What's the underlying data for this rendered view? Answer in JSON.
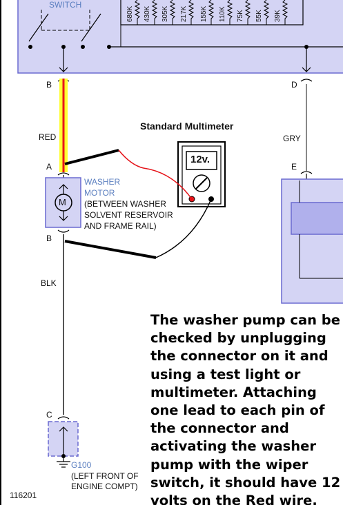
{
  "top": {
    "switch_label": "SWITCH",
    "resistors": [
      "680K",
      "430K",
      "305K",
      "217K",
      "155K",
      "110K",
      "75K",
      "55K",
      "39K"
    ]
  },
  "connectors": {
    "b_top": "B",
    "d_top": "D",
    "a_motor": "A",
    "b_motor": "B",
    "e_right": "E",
    "c_ground": "C"
  },
  "wires": {
    "red": "RED",
    "gry": "GRY",
    "blk": "BLK"
  },
  "motor": {
    "symbol": "M",
    "label_lines": [
      "WASHER",
      "MOTOR",
      "(BETWEEN WASHER",
      "SOLVENT RESERVOIR",
      "AND FRAME RAIL)"
    ]
  },
  "multimeter": {
    "title": "Standard Multimeter",
    "display": "12v."
  },
  "ground": {
    "id": "G100",
    "location_lines": [
      "(LEFT FRONT OF",
      "ENGINE COMPT)"
    ]
  },
  "caption_lines": [
    "The washer pump can be",
    "checked by unplugging",
    "the connector on it and",
    "using a test light or",
    "multimeter. Attaching",
    "one lead to each pin of",
    "the connector and",
    "activating the washer",
    "pump with the wiper",
    "switch, it should have 12",
    "volts on the Red wire."
  ],
  "figure_number": "116201",
  "colors": {
    "panel_fill": "#d4d4f4",
    "panel_stroke": "#6a6ad0",
    "red_wire": "#e8141a",
    "yellow_highlight": "#ffff33",
    "gray_wire": "#888888",
    "label_blue": "#5b7fc0"
  }
}
